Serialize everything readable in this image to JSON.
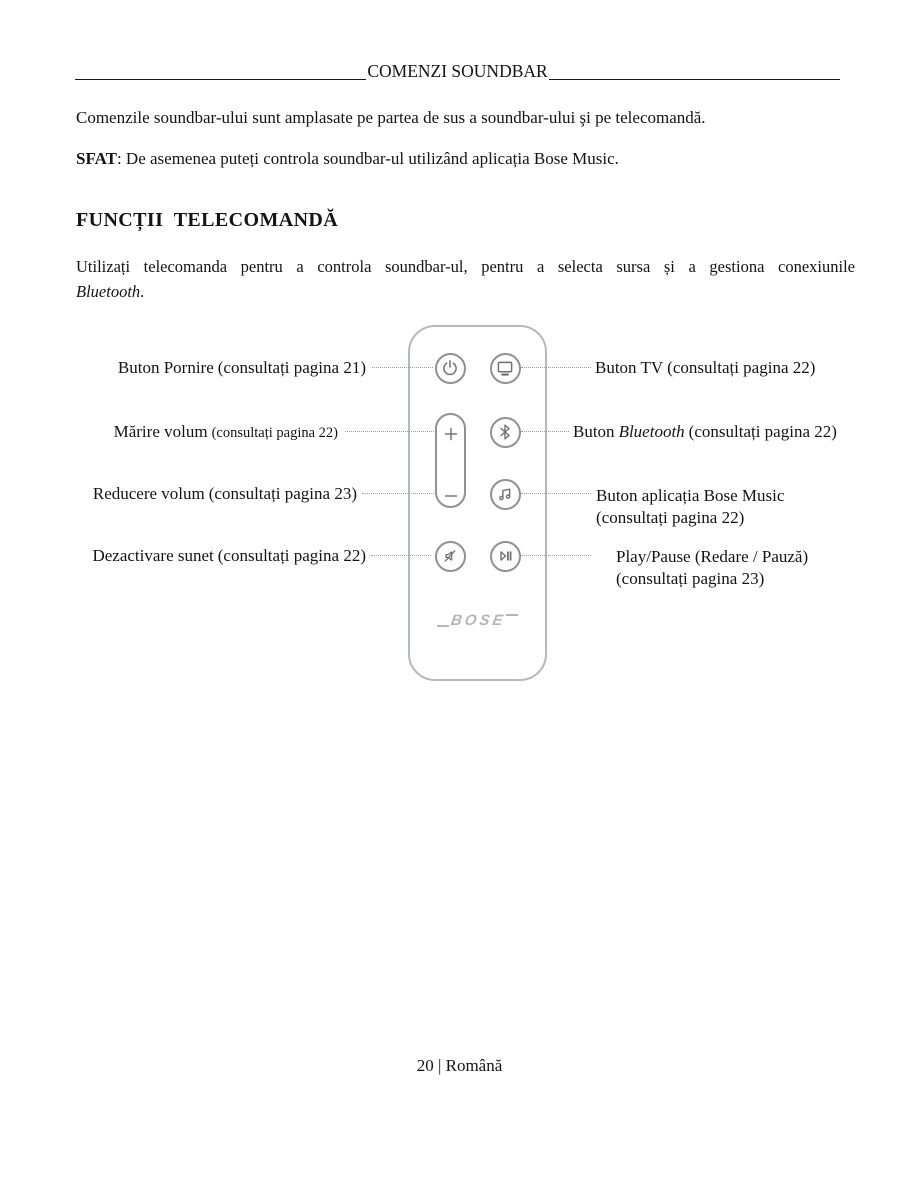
{
  "page": {
    "title": "COMENZI SOUNDBAR",
    "footer": "20 | Română"
  },
  "intro": {
    "p1": "Comenzile soundbar-ului sunt amplasate pe partea de sus a soundbar-ului şi pe telecomandă.",
    "tip_label": "SFAT",
    "tip_rest": ": De asemenea puteți controla soundbar-ul utilizând aplicația Bose Music."
  },
  "section": {
    "heading": "FUNCȚII  TELECOMANDĂ",
    "body_line1": "Utilizați telecomanda pentru a controla soundbar-ul, pentru a selecta sursa și a gestiona conexiunile",
    "body_italic": "Bluetooth",
    "body_period": "."
  },
  "callouts": {
    "left": [
      {
        "main": "Buton Pornire",
        "ref": "(consultați pagina 21)"
      },
      {
        "main": "Mărire volum",
        "ref": "(consultați pagina 22)"
      },
      {
        "main": "Reducere volum",
        "ref": "(consultați pagina 23)"
      },
      {
        "main": "Dezactivare sunet",
        "ref": "(consultați pagina 22)"
      }
    ],
    "right": [
      {
        "main": "Buton TV",
        "ref": "(consultați pagina 22)"
      },
      {
        "pre": "Buton",
        "italic": "Bluetooth",
        "ref": "(consultați pagina 22)"
      },
      {
        "line1": "Buton aplicația Bose Music",
        "line2": "(consultați pagina 22)"
      },
      {
        "line1": "Play/Pause (Redare / Pauză)",
        "line2": "(consultați pagina 23)"
      }
    ]
  },
  "remote": {
    "brand": "BOSE",
    "icons": [
      "power-icon",
      "tv-icon",
      "volume-up-icon",
      "volume-down-icon",
      "bluetooth-icon",
      "music-note-icon",
      "mute-icon",
      "play-pause-icon"
    ]
  },
  "colors": {
    "remote_outline": "#b5b8bc",
    "button_outline": "#8e9295",
    "icon_stroke": "#6e7276",
    "leader_dots": "#9aa0a3",
    "bose_logo": "#b4b7ba",
    "text": "#141414"
  }
}
